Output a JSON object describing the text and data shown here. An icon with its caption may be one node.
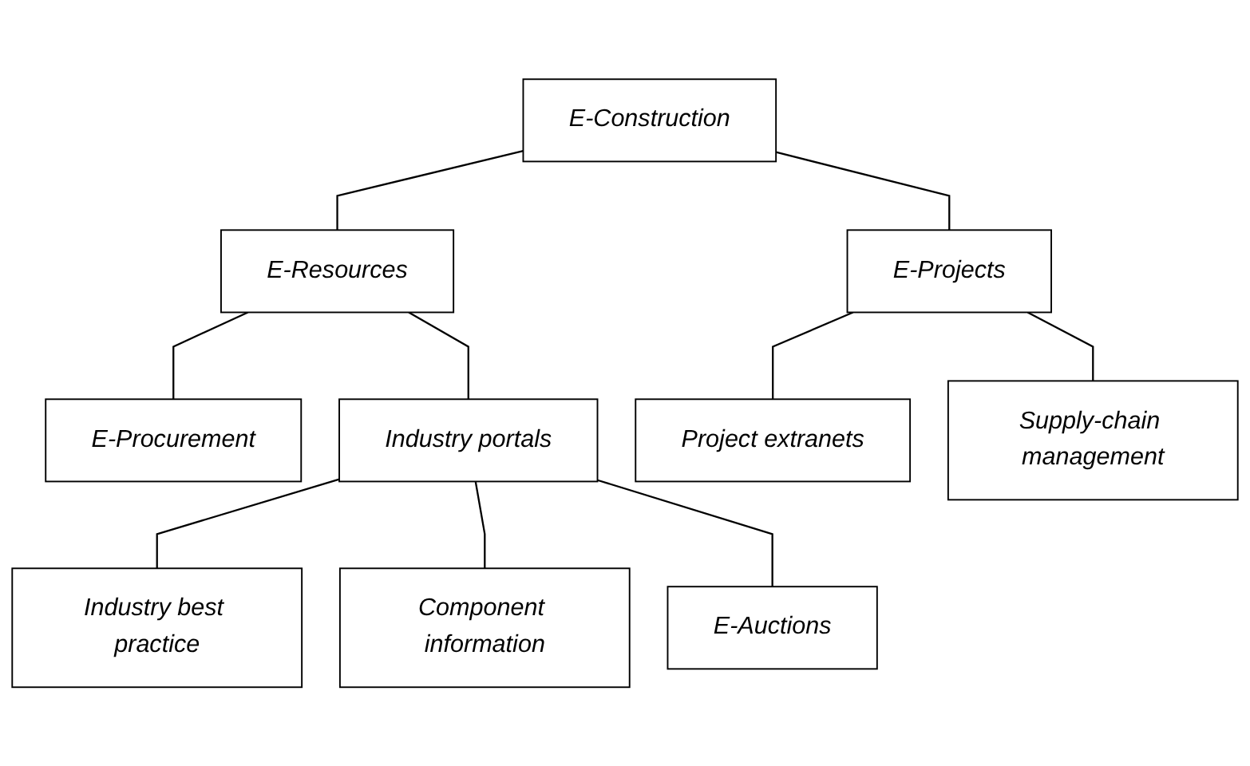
{
  "diagram": {
    "nodes": [
      {
        "text": [
          "E-Construction"
        ]
      },
      {
        "text": [
          "E-Resources"
        ]
      },
      {
        "text": [
          "E-Projects"
        ]
      },
      {
        "text": [
          "E-Procurement"
        ]
      },
      {
        "text": [
          "Industry portals"
        ]
      },
      {
        "text": [
          "Project extranets"
        ]
      },
      {
        "text": [
          "Supply-chain management"
        ]
      },
      {
        "text": [
          "Industry best practice"
        ]
      },
      {
        "text": [
          "Component information"
        ]
      },
      {
        "text": [
          "E-Auctions"
        ]
      }
    ],
    "edges": [
      {
        "from": 0,
        "to": 1,
        "arrow": "none"
      },
      {
        "from": 0,
        "to": 2,
        "arrow": "none"
      },
      {
        "from": 1,
        "to": 3,
        "arrow": "none"
      },
      {
        "from": 1,
        "to": 4,
        "arrow": "none"
      },
      {
        "from": 2,
        "to": 5,
        "arrow": "none"
      },
      {
        "from": 2,
        "to": 6,
        "arrow": "none"
      },
      {
        "from": 4,
        "to": 7,
        "arrow": "none"
      },
      {
        "from": 4,
        "to": 8,
        "arrow": "none"
      },
      {
        "from": 4,
        "to": 9,
        "arrow": "none"
      }
    ]
  }
}
